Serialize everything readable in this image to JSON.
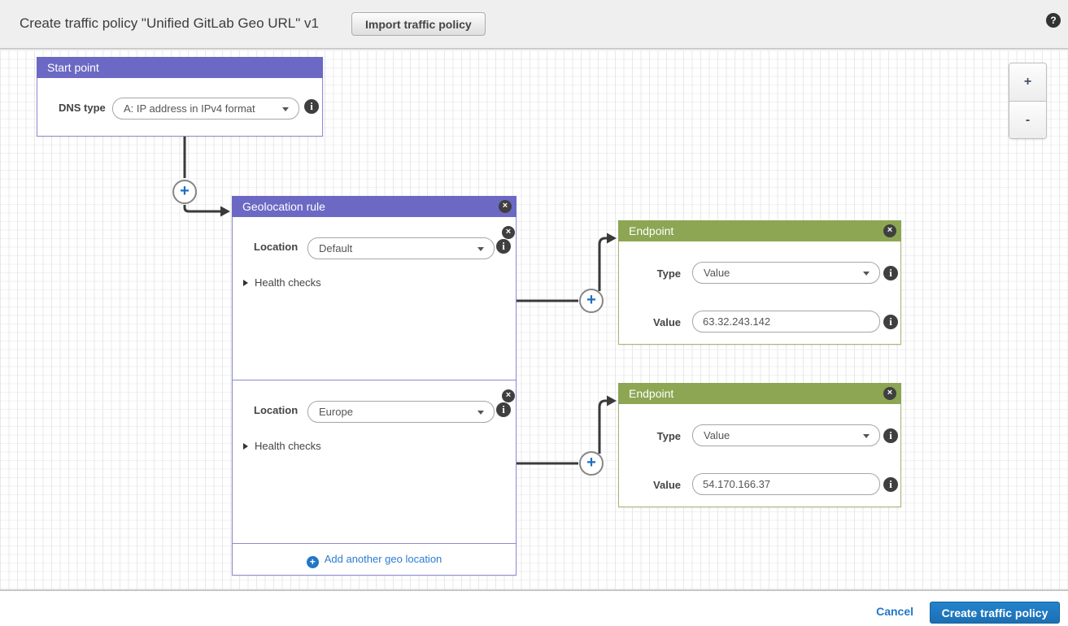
{
  "header": {
    "title": "Create traffic policy \"Unified GitLab Geo URL\" v1",
    "import_button_label": "Import traffic policy"
  },
  "icons": {
    "help": "?",
    "close": "×",
    "info": "i",
    "plus": "+",
    "zoom_in": "+",
    "zoom_out": "-"
  },
  "start_point": {
    "title": "Start point",
    "dns_type_label": "DNS type",
    "dns_type_value": "A: IP address in IPv4 format"
  },
  "geolocation_rule": {
    "title": "Geolocation rule",
    "sections": [
      {
        "location_label": "Location",
        "location_value": "Default",
        "health_checks_label": "Health checks"
      },
      {
        "location_label": "Location",
        "location_value": "Europe",
        "health_checks_label": "Health checks"
      }
    ],
    "add_location_label": "Add another geo location"
  },
  "endpoints": [
    {
      "title": "Endpoint",
      "type_label": "Type",
      "type_value": "Value",
      "value_label": "Value",
      "value_text": "63.32.243.142"
    },
    {
      "title": "Endpoint",
      "type_label": "Type",
      "type_value": "Value",
      "value_label": "Value",
      "value_text": "54.170.166.37"
    }
  ],
  "footer": {
    "cancel_label": "Cancel",
    "create_button_label": "Create traffic policy"
  },
  "colors": {
    "purple_header": "#6B69C4",
    "green_header": "#8CA653",
    "accent_blue": "#2176C7",
    "connector": "#3A3A3A",
    "create_button_blue": "#1E78C0"
  }
}
